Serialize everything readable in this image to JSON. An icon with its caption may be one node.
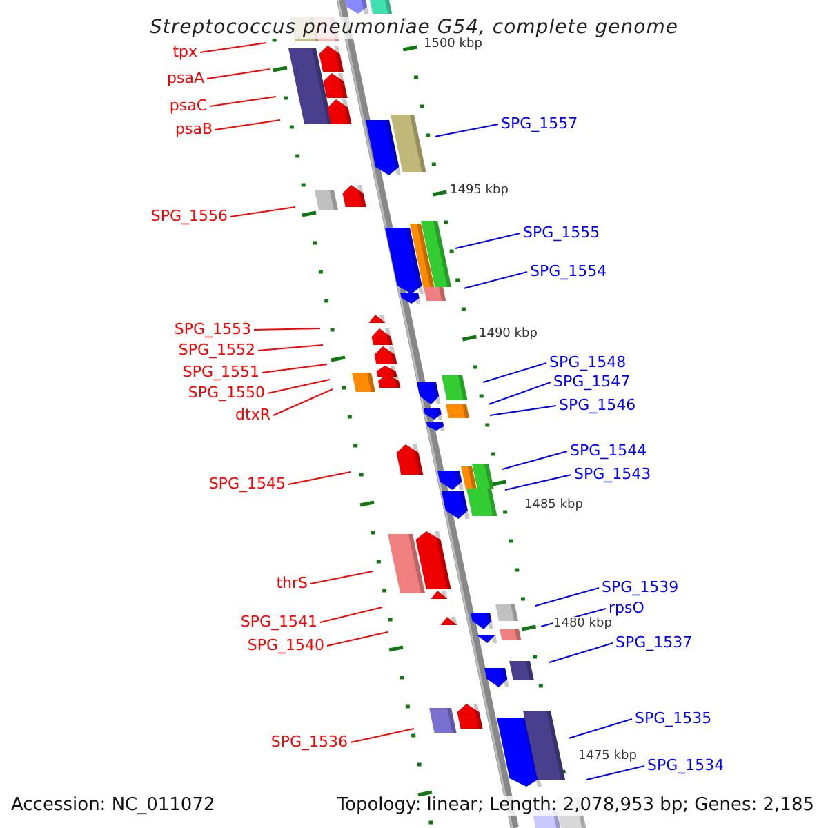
{
  "diagram": {
    "title": "Streptococcus pneumoniae G54, complete genome",
    "nodes": [
      {
        "text": [
          "tpx"
        ]
      },
      {
        "text": [
          "psaA"
        ]
      },
      {
        "text": [
          "psaC"
        ]
      },
      {
        "text": [
          "SPG_1557"
        ]
      },
      {
        "text": [
          "psaB"
        ]
      },
      {
        "text": [
          "SPG_1556"
        ]
      },
      {
        "text": [
          "SPG_1555"
        ]
      },
      {
        "text": [
          "SPG_1554"
        ]
      },
      {
        "text": [
          "SPG_1553"
        ]
      },
      {
        "text": [
          "SPG_1552"
        ]
      },
      {
        "text": [
          "SPG_1548"
        ]
      },
      {
        "text": [
          "SPG_1551"
        ]
      },
      {
        "text": [
          "SPG_1547"
        ]
      },
      {
        "text": [
          "SPG_1550"
        ]
      },
      {
        "text": [
          "SPG_1546"
        ]
      },
      {
        "text": [
          "dtxR"
        ]
      },
      {
        "text": [
          "SPG_1544"
        ]
      },
      {
        "text": [
          "SPG_1543"
        ]
      },
      {
        "text": [
          "SPG_1545"
        ]
      },
      {
        "text": [
          "thrS"
        ]
      },
      {
        "text": [
          "SPG_1539"
        ]
      },
      {
        "text": [
          "rpsO"
        ]
      },
      {
        "text": [
          "SPG_1541"
        ]
      },
      {
        "text": [
          "SPG_1537"
        ]
      },
      {
        "text": [
          "SPG_1540"
        ]
      },
      {
        "text": [
          "SPG_1535"
        ]
      },
      {
        "text": [
          "SPG_1536"
        ]
      },
      {
        "text": [
          "SPG_1534"
        ]
      }
    ],
    "edges": [
      {
        "from": 0,
        "to": null,
        "arrow": "none"
      },
      {
        "from": 1,
        "to": null,
        "arrow": "none"
      },
      {
        "from": 2,
        "to": null,
        "arrow": "none"
      },
      {
        "from": 3,
        "to": null,
        "arrow": "none",
        "color": "#0000ff"
      },
      {
        "from": 4,
        "to": null,
        "arrow": "none"
      },
      {
        "from": 5,
        "to": null,
        "arrow": "none"
      },
      {
        "from": 6,
        "to": null,
        "arrow": "none",
        "color": "#0000ff"
      },
      {
        "from": 7,
        "to": null,
        "arrow": "none",
        "color": "#0000ff"
      },
      {
        "from": 8,
        "to": null,
        "arrow": "none"
      },
      {
        "from": 9,
        "to": null,
        "arrow": "none"
      },
      {
        "from": 10,
        "to": null,
        "arrow": "none",
        "color": "#0000ff"
      },
      {
        "from": 11,
        "to": null,
        "arrow": "none"
      },
      {
        "from": 12,
        "to": null,
        "arrow": "none",
        "color": "#0000ff"
      },
      {
        "from": 13,
        "to": null,
        "arrow": "none"
      },
      {
        "from": 14,
        "to": null,
        "arrow": "none",
        "color": "#0000ff"
      },
      {
        "from": 15,
        "to": null,
        "arrow": "none"
      },
      {
        "from": 16,
        "to": null,
        "arrow": "none",
        "color": "#0000ff"
      },
      {
        "from": 17,
        "to": null,
        "arrow": "none",
        "color": "#0000ff"
      },
      {
        "from": 18,
        "to": null,
        "arrow": "none"
      },
      {
        "from": 19,
        "to": null,
        "arrow": "none"
      },
      {
        "from": 20,
        "to": null,
        "arrow": "none",
        "color": "#0000ff"
      },
      {
        "from": 21,
        "to": null,
        "arrow": "none",
        "color": "#0000ff"
      },
      {
        "from": 22,
        "to": null,
        "arrow": "none"
      },
      {
        "from": 23,
        "to": null,
        "arrow": "none",
        "color": "#0000ff"
      },
      {
        "from": 24,
        "to": null,
        "arrow": "none"
      },
      {
        "from": 25,
        "to": null,
        "arrow": "none",
        "color": "#0000ff"
      },
      {
        "from": 26,
        "to": null,
        "arrow": "none"
      },
      {
        "from": 27,
        "to": null,
        "arrow": "none",
        "color": "#0000ff"
      }
    ],
    "labels": [
      "1500 kbp",
      "1495 kbp",
      "1490 kbp",
      "1485 kbp",
      "1480 kbp",
      "1475 kbp",
      "Accession: NC_011072",
      "Topology: linear; Length: 2,078,953 bp; Genes: 2,185"
    ]
  }
}
